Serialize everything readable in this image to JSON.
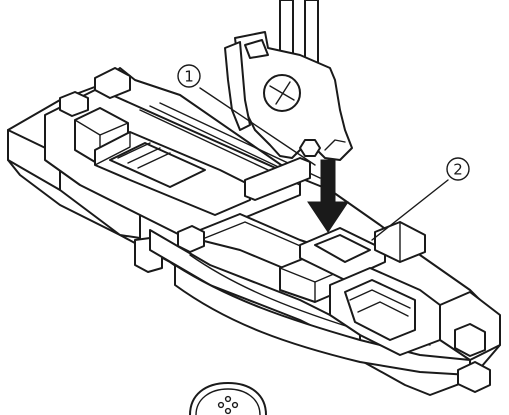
{
  "callouts": [
    {
      "id": "1",
      "label": "1"
    },
    {
      "id": "2",
      "label": "2"
    }
  ],
  "icons": {
    "presser_foot": "presser-foot-holder",
    "buttonhole_foot": "buttonhole-foot",
    "button": "button",
    "arrow": "down-arrow"
  },
  "colors": {
    "line": "#1a1a1a",
    "fill": "#ffffff"
  }
}
